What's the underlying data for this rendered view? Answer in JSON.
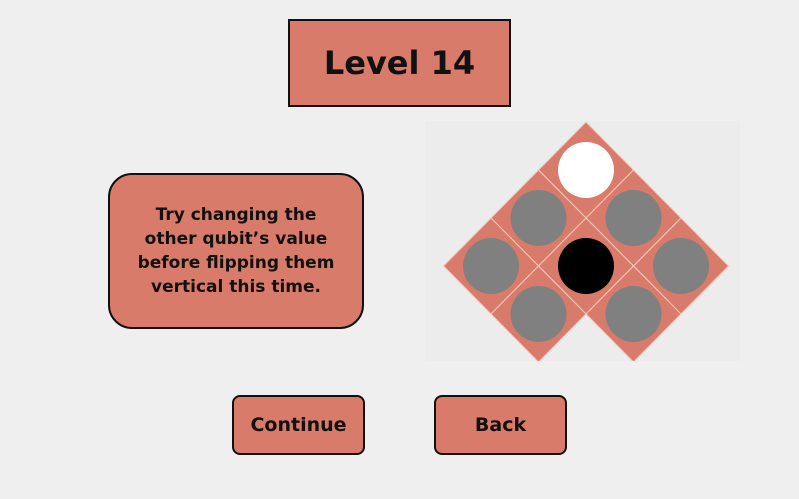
{
  "level": {
    "title": "Level 14"
  },
  "hint": {
    "text": "Try changing the other qubit’s value before flipping them vertical this time."
  },
  "buttons": {
    "continue_label": "Continue",
    "back_label": "Back"
  },
  "board": {
    "colors": {
      "tile": "#d87b6a",
      "grid": "#f3c9bd",
      "off": "#808080",
      "white": "#ffffff",
      "black": "#000000"
    },
    "tiles": [
      {
        "id": "t0-0",
        "state": "white"
      },
      {
        "id": "t1-0",
        "state": "gray"
      },
      {
        "id": "t0-1",
        "state": "gray"
      },
      {
        "id": "t2-0",
        "state": "gray"
      },
      {
        "id": "t1-1",
        "state": "black"
      },
      {
        "id": "t0-2",
        "state": "gray"
      },
      {
        "id": "t2-1",
        "state": "gray"
      },
      {
        "id": "t1-2",
        "state": "gray"
      }
    ]
  }
}
